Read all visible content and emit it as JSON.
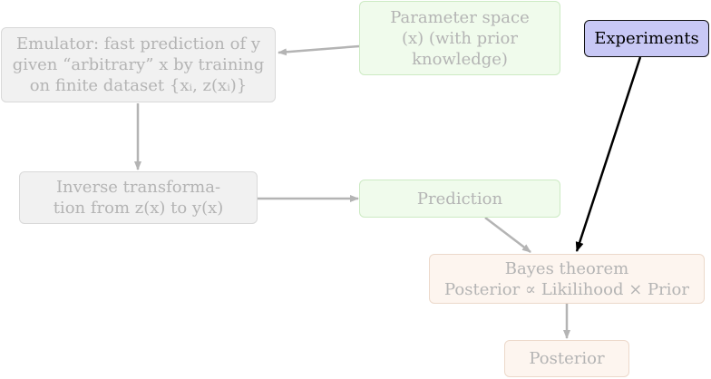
{
  "nodes": {
    "parameter_space": {
      "lines": [
        "Parameter space",
        "(x) (with prior",
        "knowledge)"
      ]
    },
    "experiments": {
      "lines": [
        "Experiments"
      ]
    },
    "emulator": {
      "lines": [
        "Emulator: fast prediction of y",
        "given “arbitrary” x by training",
        "on finite dataset {xᵢ, z(xᵢ)}"
      ]
    },
    "inverse_transformation": {
      "lines": [
        "Inverse transforma-",
        "tion from z(x) to y(x)"
      ]
    },
    "prediction": {
      "lines": [
        "Prediction"
      ]
    },
    "bayes_theorem": {
      "lines": [
        "Bayes theorem",
        "Posterior ∝ Likilihood × Prior"
      ]
    },
    "posterior": {
      "lines": [
        "Posterior"
      ]
    }
  },
  "colors": {
    "faded_text": "#b4b4b4",
    "faded_arrow": "#b4b4b4",
    "strong_arrow": "#000000",
    "experiments_fill": "#c8c8f5"
  }
}
